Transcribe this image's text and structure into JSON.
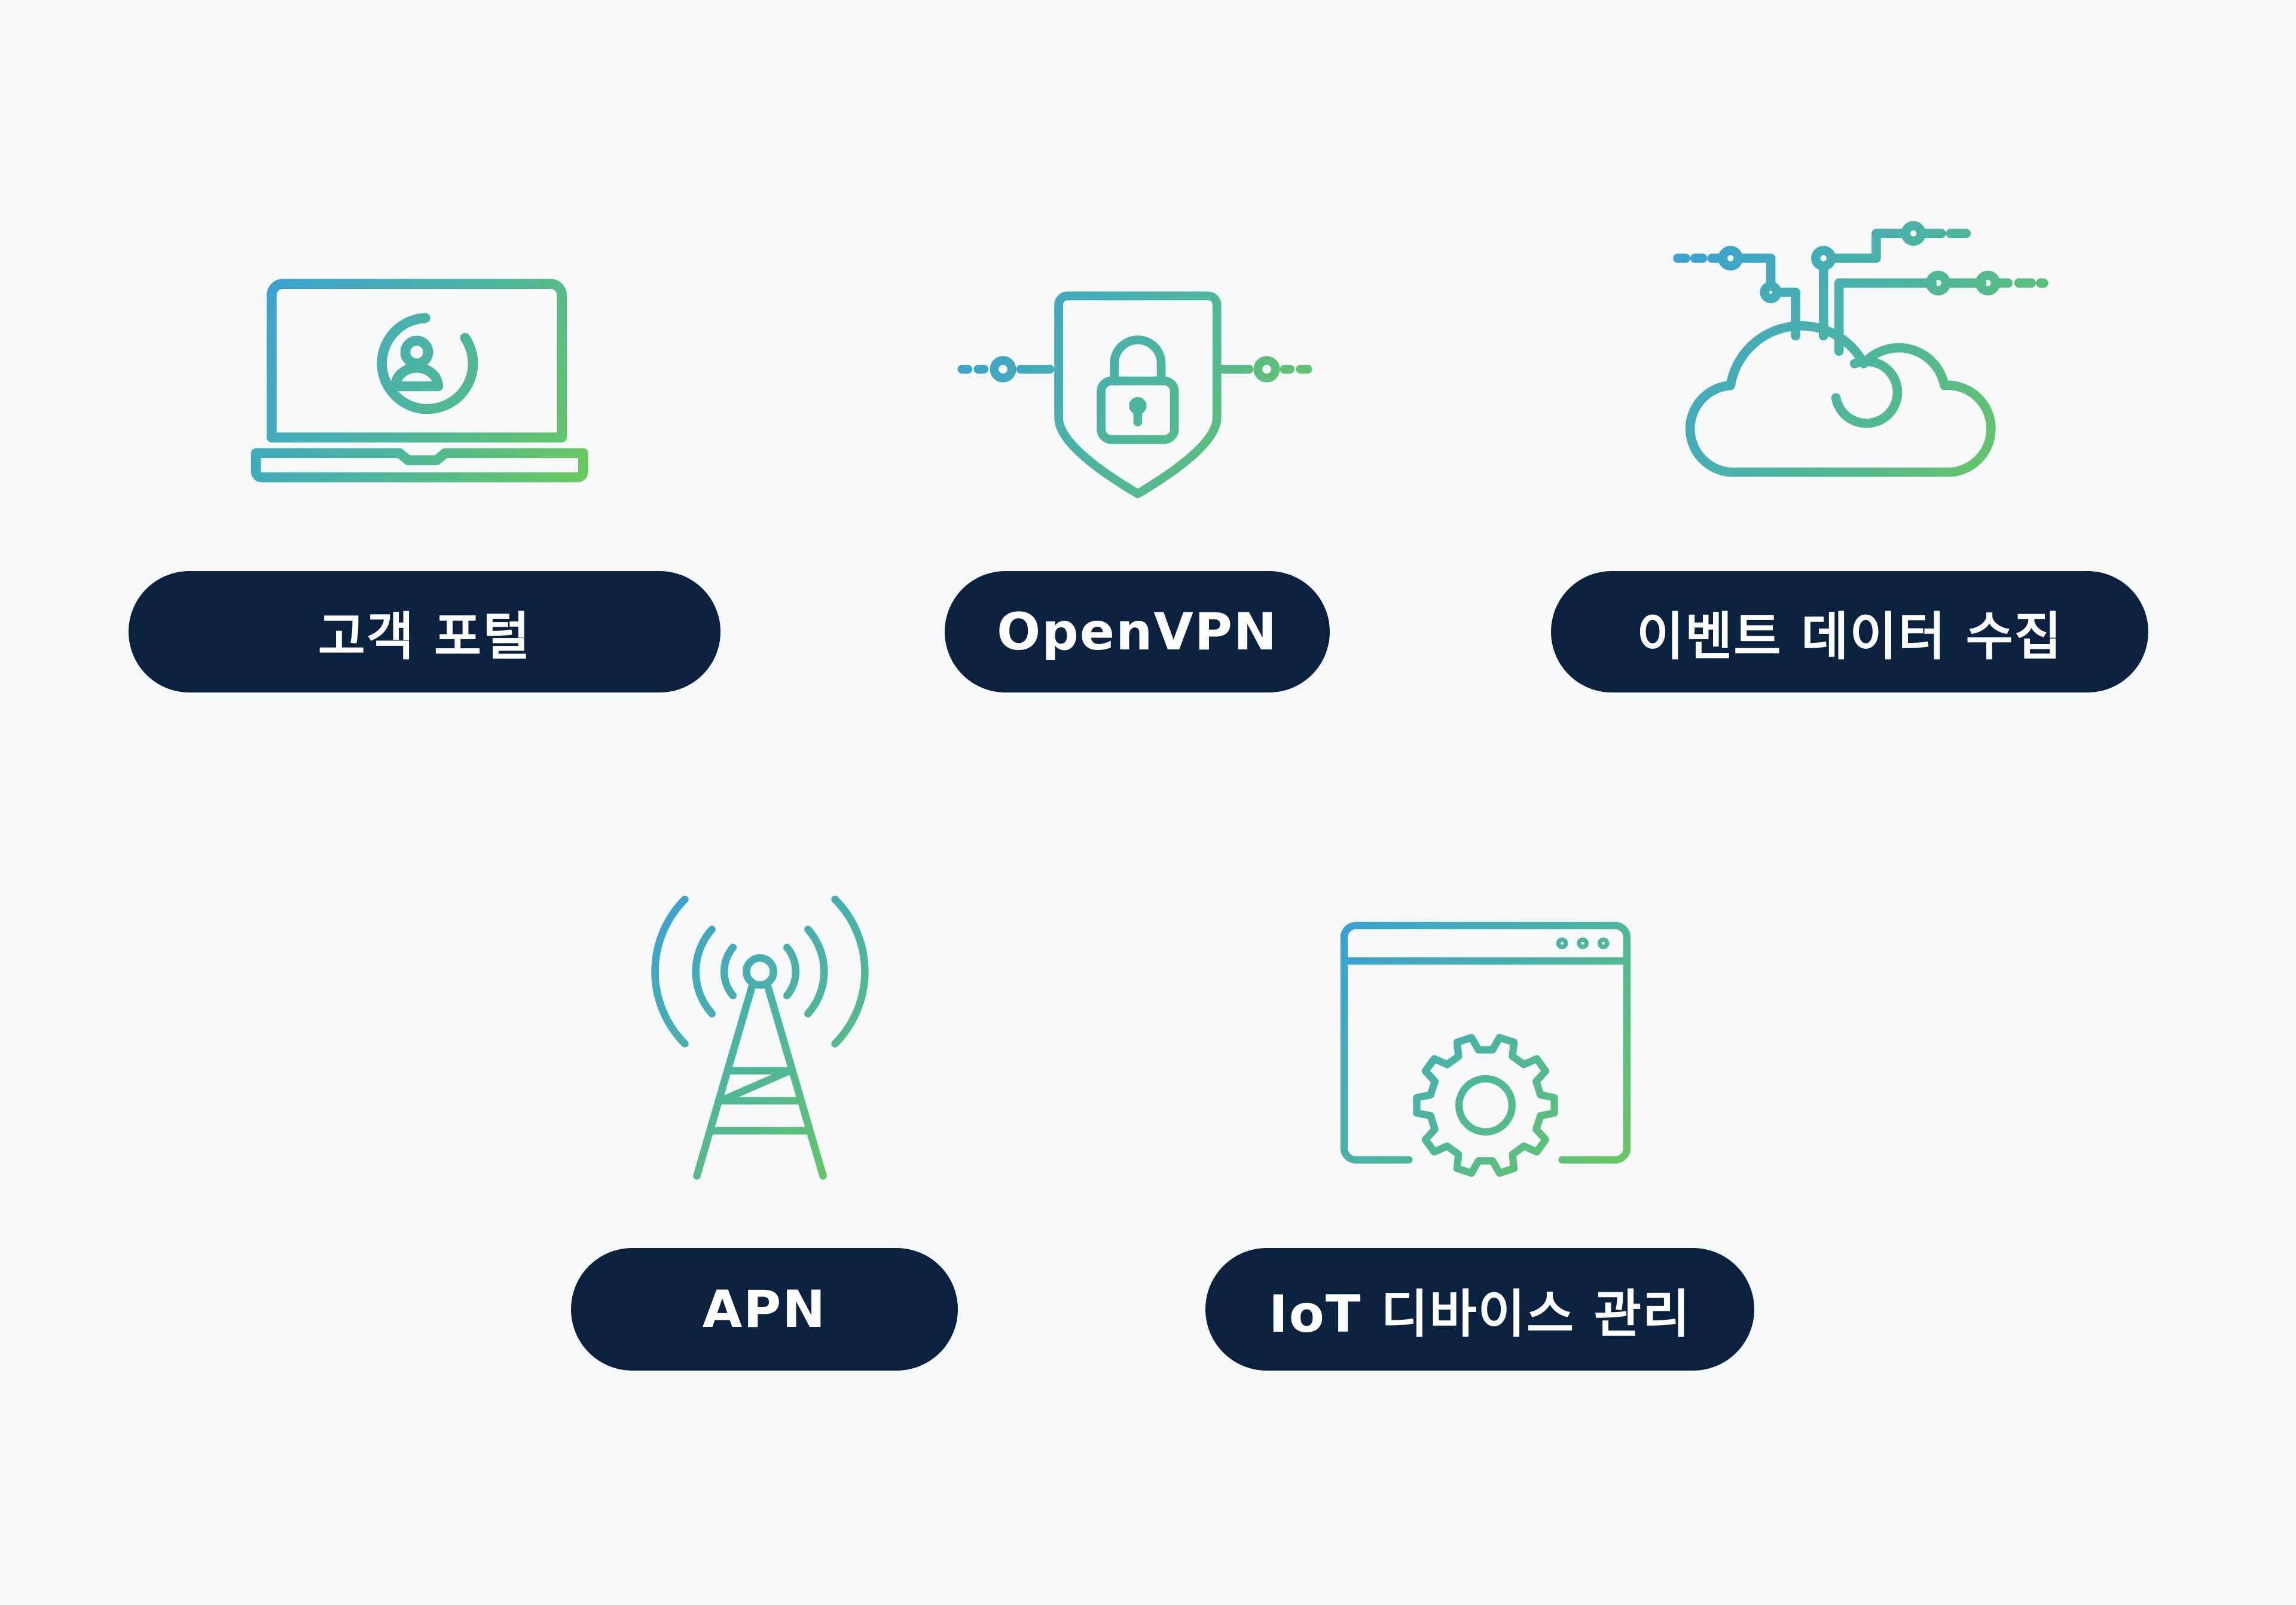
{
  "colors": {
    "background": "#f7f9fb",
    "pill": "#0b2140",
    "gradient_start": "#3aa0d6",
    "gradient_mid": "#4cb5a0",
    "gradient_end": "#6cc95a"
  },
  "items": [
    {
      "label": "고객 포털",
      "icon": "laptop-user-icon"
    },
    {
      "label": "OpenVPN",
      "icon": "shield-lock-icon"
    },
    {
      "label": "이벤트 데이터 수집",
      "icon": "cloud-network-icon"
    },
    {
      "label": "APN",
      "icon": "antenna-tower-icon"
    },
    {
      "label": "IoT 디바이스 관리",
      "icon": "browser-gear-icon"
    }
  ]
}
